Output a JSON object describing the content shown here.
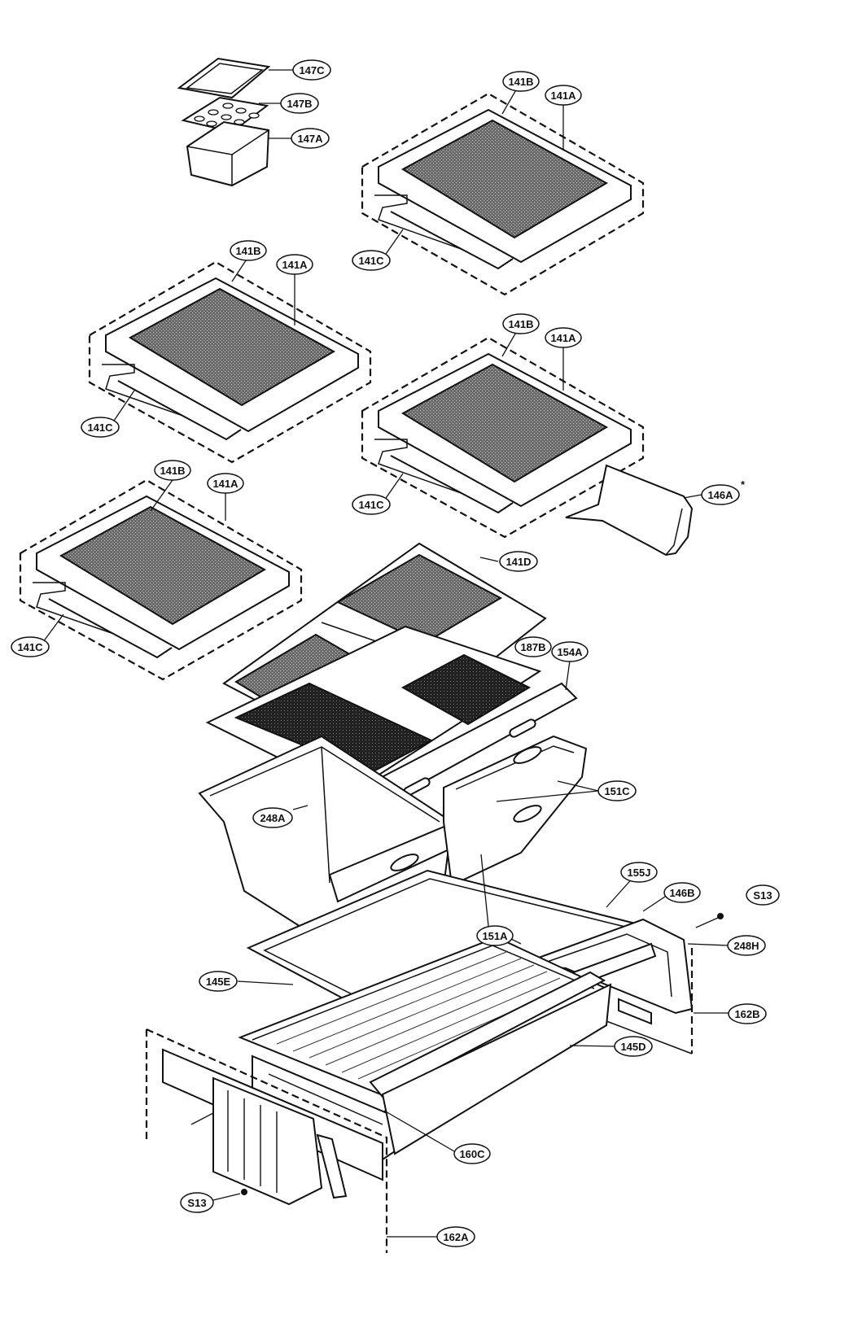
{
  "callouts": [
    {
      "id": "c147C",
      "label": "147C"
    },
    {
      "id": "c147B",
      "label": "147B"
    },
    {
      "id": "c147A",
      "label": "147A"
    },
    {
      "id": "c141B_1",
      "label": "141B"
    },
    {
      "id": "c141A_1",
      "label": "141A"
    },
    {
      "id": "c141C_1",
      "label": "141C"
    },
    {
      "id": "c141B_2",
      "label": "141B"
    },
    {
      "id": "c141A_2",
      "label": "141A"
    },
    {
      "id": "c141C_2",
      "label": "141C"
    },
    {
      "id": "c141B_3",
      "label": "141B"
    },
    {
      "id": "c141A_3",
      "label": "141A"
    },
    {
      "id": "c141C_3",
      "label": "141C"
    },
    {
      "id": "c146A",
      "label": "146A"
    },
    {
      "id": "c141B_4",
      "label": "141B"
    },
    {
      "id": "c141A_4",
      "label": "141A"
    },
    {
      "id": "c141C_4",
      "label": "141C"
    },
    {
      "id": "c141D",
      "label": "141D"
    },
    {
      "id": "c187B",
      "label": "187B"
    },
    {
      "id": "c154A",
      "label": "154A"
    },
    {
      "id": "c151C",
      "label": "151C"
    },
    {
      "id": "c248A",
      "label": "248A"
    },
    {
      "id": "c155J",
      "label": "155J"
    },
    {
      "id": "c146B",
      "label": "146B"
    },
    {
      "id": "cS13_1",
      "label": "S13"
    },
    {
      "id": "c248H",
      "label": "248H"
    },
    {
      "id": "c151A",
      "label": "151A"
    },
    {
      "id": "c145E",
      "label": "145E"
    },
    {
      "id": "c162B",
      "label": "162B"
    },
    {
      "id": "c145D",
      "label": "145D"
    },
    {
      "id": "c160C",
      "label": "160C"
    },
    {
      "id": "cS13_2",
      "label": "S13"
    },
    {
      "id": "c162A",
      "label": "162A"
    }
  ],
  "asterisk": "*"
}
